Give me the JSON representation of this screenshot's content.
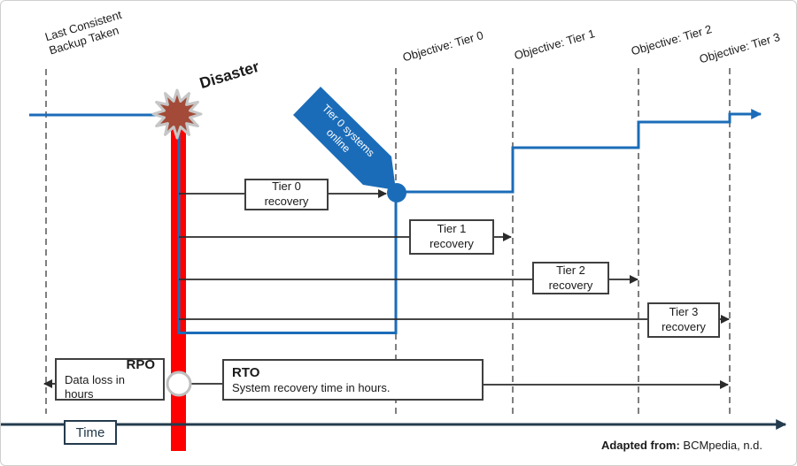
{
  "labels": {
    "last_backup_line1": "Last Consistent",
    "last_backup_line2": "Backup Taken",
    "disaster": "Disaster",
    "objectives": [
      "Objective: Tier 0",
      "Objective: Tier 1",
      "Objective: Tier 2",
      "Objective: Tier 3"
    ]
  },
  "ribbon": {
    "line1": "Tier 0 systems",
    "line2": "online"
  },
  "recovery_boxes": [
    {
      "line1": "Tier 0",
      "line2": "recovery"
    },
    {
      "line1": "Tier 1",
      "line2": "recovery"
    },
    {
      "line1": "Tier 2",
      "line2": "recovery"
    },
    {
      "line1": "Tier 3",
      "line2": "recovery"
    }
  ],
  "rpo": {
    "title": "RPO",
    "description": "Data loss in hours"
  },
  "rto": {
    "title": "RTO",
    "description": "System recovery time in hours."
  },
  "time_label": "Time",
  "footer": {
    "bold": "Adapted from:",
    "text": " BCMpedia, n.d."
  },
  "colors": {
    "blue": "#1B6CB8",
    "red": "#FF0000",
    "star_brown": "#A34A38",
    "star_outline": "#C6C6C6",
    "dash_gray": "#7F7F7F",
    "line_black": "#2B2B2B",
    "axis_dark": "#243B4E"
  }
}
